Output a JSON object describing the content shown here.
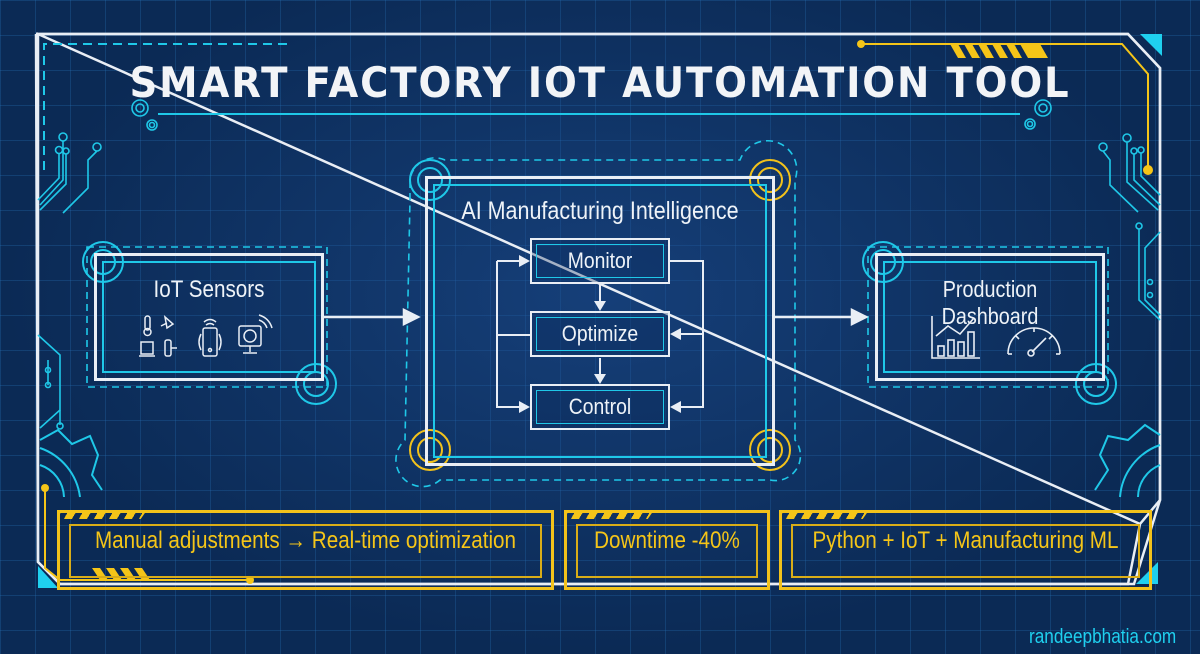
{
  "header": {
    "title": "SMART FACTORY IOT AUTOMATION TOOL"
  },
  "nodes": {
    "sensors": {
      "title": "IoT Sensors",
      "icons": [
        "thermometer-icon",
        "satellite-dish-icon",
        "computer-icon",
        "valve-icon",
        "wireless-device-icon",
        "wireless-monitor-icon"
      ]
    },
    "ai": {
      "title": "AI Manufacturing Intelligence"
    },
    "dashboard": {
      "title": "Production Dashboard",
      "icons": [
        "bar-line-chart-icon",
        "gauge-icon"
      ]
    }
  },
  "loop": {
    "steps": [
      {
        "label": "Monitor"
      },
      {
        "label": "Optimize"
      },
      {
        "label": "Control"
      }
    ]
  },
  "badges": [
    {
      "label": "Manual adjustments → Real-time optimization"
    },
    {
      "label": "Downtime -40%"
    },
    {
      "label": "Python + IoT + Manufacturing ML"
    }
  ],
  "footer": {
    "site": "randeepbhatia.com"
  },
  "colors": {
    "background": "#0b2a55",
    "accent_cyan": "#1fc8e8",
    "accent_yellow": "#f5c518",
    "line_white": "#e9eef5"
  }
}
